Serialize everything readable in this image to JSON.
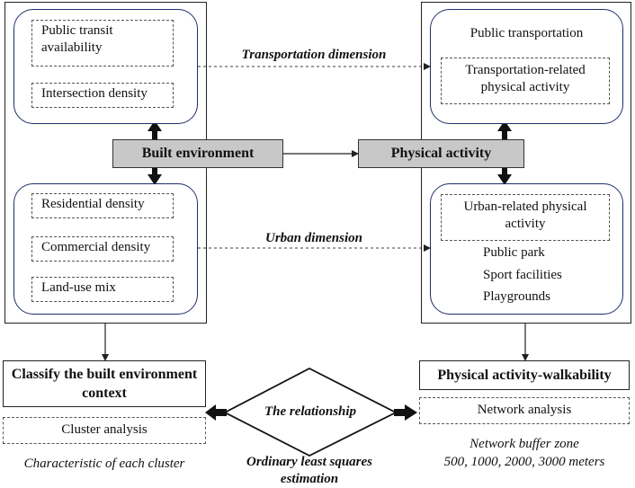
{
  "left": {
    "transport_items": [
      "Public transit availability",
      "Intersection density"
    ],
    "core": "Built environment",
    "urban_items": [
      "Residential density",
      "Commercial density",
      "Land-use mix"
    ],
    "bottom_box": "Classify the built environment context",
    "bottom_dashed": "Cluster analysis",
    "bottom_caption": "Characteristic of each cluster"
  },
  "right": {
    "transport_header": "Public transportation",
    "transport_dashed": "Transportation-related physical activity",
    "core": "Physical activity",
    "urban_dashed": "Urban-related physical activity",
    "urban_items": [
      "Public park",
      "Sport facilities",
      "Playgrounds"
    ],
    "bottom_box": "Physical activity-walkability",
    "bottom_dashed": "Network analysis",
    "bottom_caption_1": "Network buffer zone",
    "bottom_caption_2": "500, 1000, 2000, 3000 meters"
  },
  "middle": {
    "transport_dimension": "Transportation dimension",
    "urban_dimension": "Urban dimension",
    "relationship": "The relationship",
    "method": "Ordinary least squares estimation"
  }
}
